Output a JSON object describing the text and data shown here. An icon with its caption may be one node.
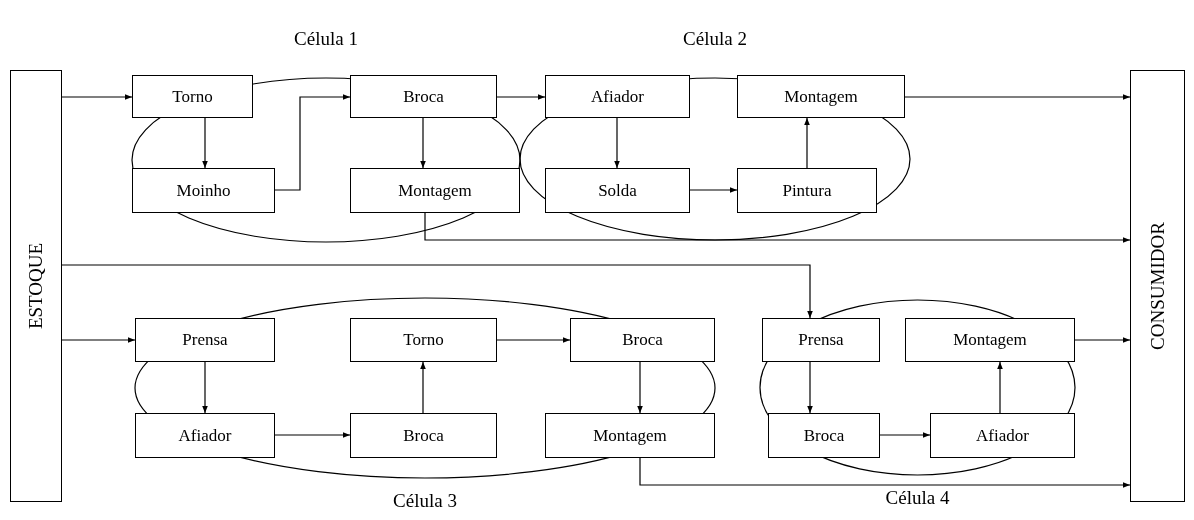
{
  "diagram": {
    "nodes": [
      {
        "text": [
          "ESTOQUE"
        ]
      },
      {
        "text": [
          "CONSUMIDOR"
        ]
      },
      {
        "text": [
          "Célula 1"
        ]
      },
      {
        "text": [
          "Torno"
        ],
        "in": 2
      },
      {
        "text": [
          "Moinho"
        ],
        "in": 2
      },
      {
        "text": [
          "Broca"
        ],
        "in": 2
      },
      {
        "text": [
          "Montagem"
        ],
        "in": 2
      },
      {
        "text": [
          "Célula 2"
        ]
      },
      {
        "text": [
          "Afiador"
        ],
        "in": 7
      },
      {
        "text": [
          "Montagem"
        ],
        "in": 7
      },
      {
        "text": [
          "Solda"
        ],
        "in": 7
      },
      {
        "text": [
          "Pintura"
        ],
        "in": 7
      },
      {
        "text": [
          "Célula 3"
        ]
      },
      {
        "text": [
          "Prensa"
        ],
        "in": 12
      },
      {
        "text": [
          "Torno"
        ],
        "in": 12
      },
      {
        "text": [
          "Broca"
        ],
        "in": 12
      },
      {
        "text": [
          "Afiador"
        ],
        "in": 12
      },
      {
        "text": [
          "Broca"
        ],
        "in": 12
      },
      {
        "text": [
          "Montagem"
        ],
        "in": 12
      },
      {
        "text": [
          "Célula 4"
        ]
      },
      {
        "text": [
          "Prensa"
        ],
        "in": 19
      },
      {
        "text": [
          "Montagem"
        ],
        "in": 19
      },
      {
        "text": [
          "Broca"
        ],
        "in": 19
      },
      {
        "text": [
          "Afiador"
        ],
        "in": 19
      }
    ],
    "edges": [
      {
        "from": 0,
        "to": 3,
        "arrow": "to"
      },
      {
        "from": 0,
        "to": 13,
        "arrow": "to"
      },
      {
        "from": 0,
        "to": 20,
        "arrow": "to"
      },
      {
        "from": 3,
        "to": 4,
        "arrow": "to"
      },
      {
        "from": 4,
        "to": 5,
        "arrow": "to"
      },
      {
        "from": 5,
        "to": 6,
        "arrow": "to"
      },
      {
        "from": 5,
        "to": 8,
        "arrow": "to"
      },
      {
        "from": 8,
        "to": 10,
        "arrow": "to"
      },
      {
        "from": 10,
        "to": 11,
        "arrow": "to"
      },
      {
        "from": 11,
        "to": 9,
        "arrow": "to"
      },
      {
        "from": 9,
        "to": 1,
        "arrow": "to"
      },
      {
        "from": 6,
        "to": 1,
        "arrow": "to"
      },
      {
        "from": 13,
        "to": 16,
        "arrow": "to"
      },
      {
        "from": 16,
        "to": 17,
        "arrow": "to"
      },
      {
        "from": 17,
        "to": 14,
        "arrow": "to"
      },
      {
        "from": 14,
        "to": 15,
        "arrow": "to"
      },
      {
        "from": 15,
        "to": 18,
        "arrow": "to"
      },
      {
        "from": 18,
        "to": 1,
        "arrow": "to"
      },
      {
        "from": 20,
        "to": 22,
        "arrow": "to"
      },
      {
        "from": 22,
        "to": 23,
        "arrow": "to"
      },
      {
        "from": 23,
        "to": 21,
        "arrow": "to"
      },
      {
        "from": 21,
        "to": 1,
        "arrow": "to"
      }
    ]
  }
}
